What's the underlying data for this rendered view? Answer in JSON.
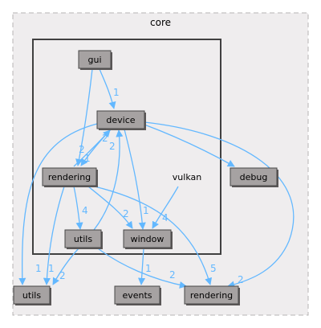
{
  "clusters": {
    "outer": {
      "label": "core"
    },
    "inner": {
      "label": ""
    }
  },
  "nodes": {
    "gui": "gui",
    "device": "device",
    "rendering_inner": "rendering",
    "vulkan": "vulkan",
    "debug": "debug",
    "utils_inner": "utils",
    "window": "window",
    "utils_outer": "utils",
    "events": "events",
    "rendering_outer": "rendering"
  },
  "edges": [
    {
      "from": "gui",
      "to": "device",
      "label": "1"
    },
    {
      "from": "gui",
      "to": "rendering_inner",
      "label": "2"
    },
    {
      "from": "device",
      "to": "rendering_inner",
      "label": "2"
    },
    {
      "from": "rendering_inner",
      "to": "device",
      "label": "1"
    },
    {
      "from": "utils_inner",
      "to": "device",
      "label": "2"
    },
    {
      "from": "device",
      "to": "window",
      "label": "1"
    },
    {
      "from": "device",
      "to": "debug",
      "label": ""
    },
    {
      "from": "device",
      "to": "utils_outer",
      "label": "1"
    },
    {
      "from": "device",
      "to": "rendering_outer",
      "label": "2"
    },
    {
      "from": "rendering_inner",
      "to": "utils_inner",
      "label": "4"
    },
    {
      "from": "rendering_inner",
      "to": "window",
      "label": "2"
    },
    {
      "from": "rendering_inner",
      "to": "utils_outer",
      "label": "1"
    },
    {
      "from": "rendering_inner",
      "to": "rendering_outer",
      "label": "5"
    },
    {
      "from": "vulkan",
      "to": "window",
      "label": "4"
    },
    {
      "from": "utils_inner",
      "to": "utils_outer",
      "label": "2"
    },
    {
      "from": "utils_inner",
      "to": "rendering_outer",
      "label": "2"
    },
    {
      "from": "window",
      "to": "events",
      "label": "1"
    }
  ],
  "colors": {
    "edge": "#63b8ff",
    "node_fill": "#a6a2a2",
    "cluster_fill": "#efedee"
  }
}
